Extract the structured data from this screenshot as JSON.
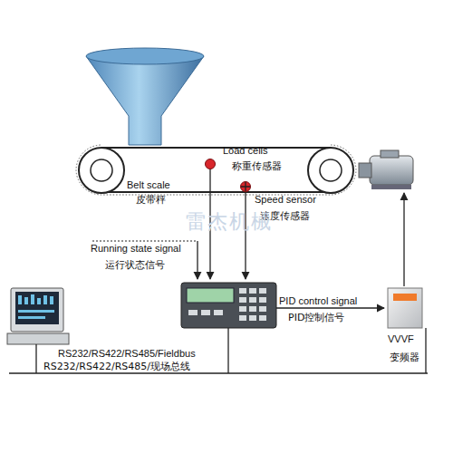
{
  "diagram": {
    "nodes": [
      {
        "text": [
          "Load cells",
          "称重传感器"
        ]
      },
      {
        "text": [
          "Speed sensor",
          "速度传感器"
        ]
      },
      {
        "text": [
          "VVVF",
          "变频器"
        ]
      }
    ],
    "labels": [
      "Belt scale",
      "皮带秤",
      "雷杰机械",
      "Running state signal",
      "运行状态信号",
      "PID control signal",
      "PID控制信号",
      "RS232/RS422/RS485/Fieldbus",
      "RS232/RS422/RS485/现场总线"
    ]
  }
}
